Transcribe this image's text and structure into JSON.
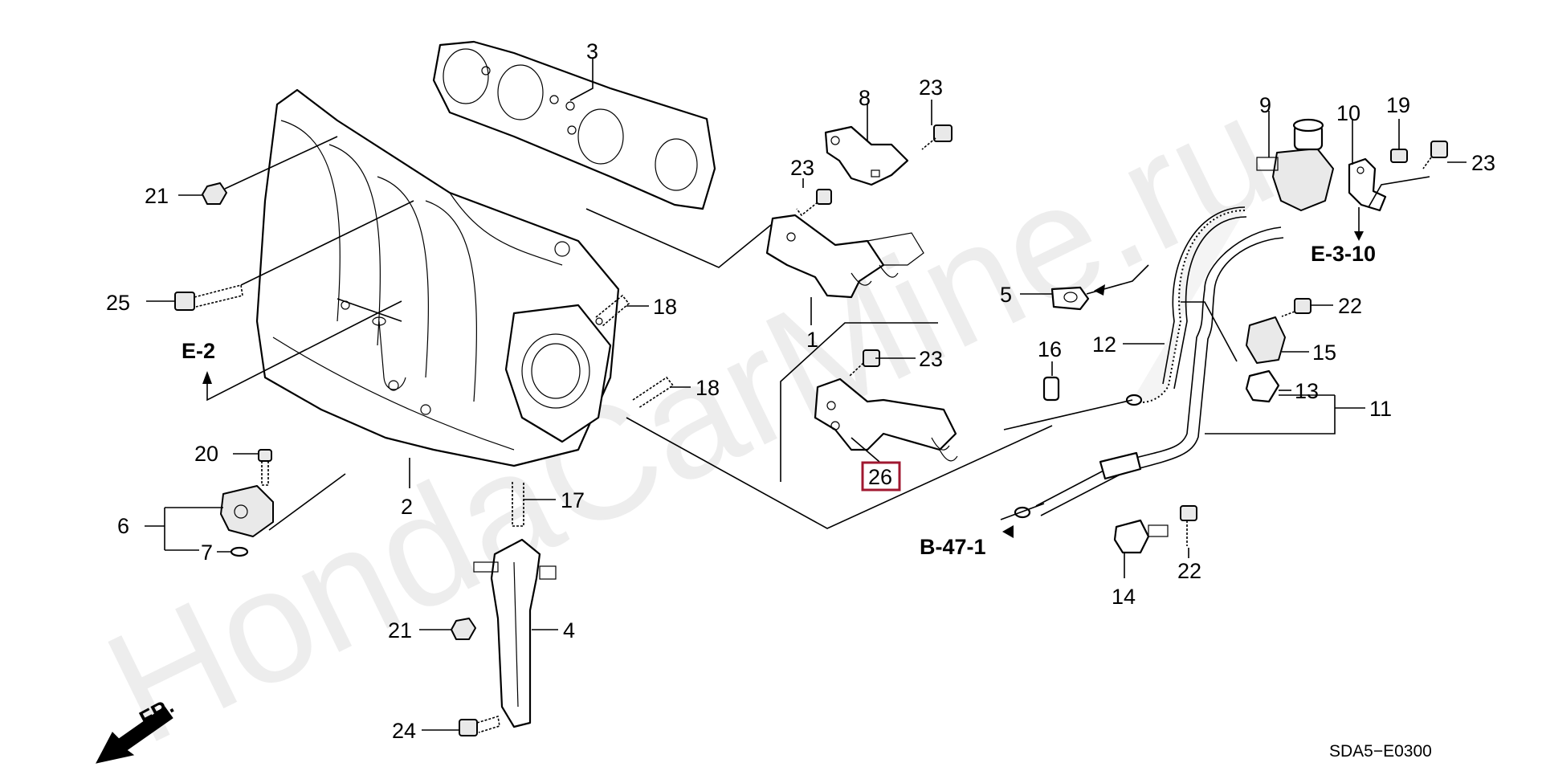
{
  "watermark": "HondaCarMine.ru",
  "diagram_code": "SDA5−E0300",
  "direction_label": "FR.",
  "highlight_color": "#a01830",
  "references": {
    "e2": "E-2",
    "e310": "E-3-10",
    "b471": "B-47-1"
  },
  "callouts": {
    "c1": "1",
    "c2": "2",
    "c3": "3",
    "c4": "4",
    "c5": "5",
    "c6": "6",
    "c7": "7",
    "c8": "8",
    "c9": "9",
    "c10": "10",
    "c11": "11",
    "c12": "12",
    "c13": "13",
    "c14": "14",
    "c15": "15",
    "c16": "16",
    "c17": "17",
    "c18a": "18",
    "c18b": "18",
    "c19": "19",
    "c20": "20",
    "c21a": "21",
    "c21b": "21",
    "c22a": "22",
    "c22b": "22",
    "c23a": "23",
    "c23b": "23",
    "c23c": "23",
    "c23d": "23",
    "c24": "24",
    "c25": "25",
    "c26": "26"
  }
}
